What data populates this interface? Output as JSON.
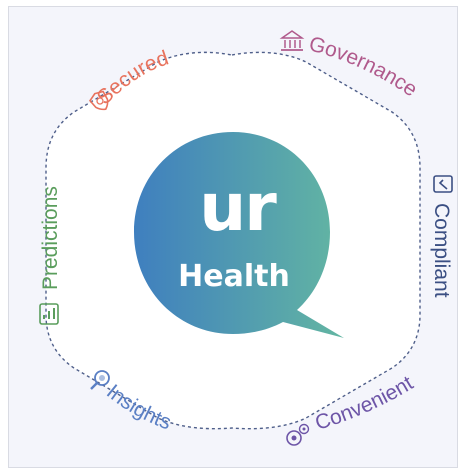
{
  "logo": {
    "mark": "ur",
    "word": "Health",
    "gradient_start": "#3f7fbf",
    "gradient_end": "#63b6a2"
  },
  "labels": {
    "secured": "Secured",
    "governance": "Governance",
    "compliant": "Compliant",
    "convenient": "Convenient",
    "insights": "Insights",
    "predictions": "Predictions"
  },
  "colors": {
    "secured": "#e8735e",
    "governance": "#b05a8c",
    "compliant": "#3b4f83",
    "convenient": "#6d55a7",
    "insights": "#5a7fc4",
    "predictions": "#5a9d5c",
    "hexagon_border": "#4f5f8a"
  },
  "icons": {
    "secured": "shield-icon",
    "governance": "building-icon",
    "compliant": "document-check-icon",
    "convenient": "gears-icon",
    "insights": "magnifier-icon",
    "predictions": "chart-document-icon"
  }
}
